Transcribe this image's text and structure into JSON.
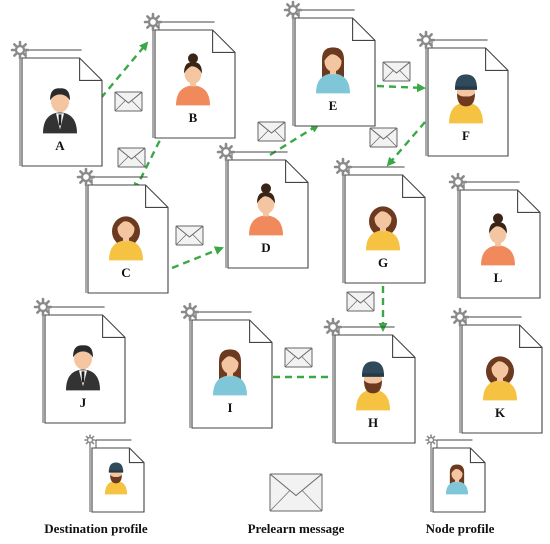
{
  "nodes": [
    {
      "id": "A",
      "label": "A",
      "avatar": "man-suit"
    },
    {
      "id": "B",
      "label": "B",
      "avatar": "woman-bun"
    },
    {
      "id": "C",
      "label": "C",
      "avatar": "woman-curly"
    },
    {
      "id": "D",
      "label": "D",
      "avatar": "woman-bun"
    },
    {
      "id": "E",
      "label": "E",
      "avatar": "woman-long-hair"
    },
    {
      "id": "F",
      "label": "F",
      "avatar": "man-beanie-beard"
    },
    {
      "id": "G",
      "label": "G",
      "avatar": "woman-curly"
    },
    {
      "id": "H",
      "label": "H",
      "avatar": "man-beanie-beard"
    },
    {
      "id": "I",
      "label": "I",
      "avatar": "woman-long-hair"
    },
    {
      "id": "J",
      "label": "J",
      "avatar": "man-suit"
    },
    {
      "id": "K",
      "label": "K",
      "avatar": "woman-curly"
    },
    {
      "id": "L",
      "label": "L",
      "avatar": "woman-bun"
    }
  ],
  "edges": [
    {
      "from": "A",
      "to": "B"
    },
    {
      "from": "B",
      "to": "C"
    },
    {
      "from": "C",
      "to": "D"
    },
    {
      "from": "D",
      "to": "E"
    },
    {
      "from": "E",
      "to": "F"
    },
    {
      "from": "F",
      "to": "G"
    },
    {
      "from": "G",
      "to": "H"
    },
    {
      "from": "H",
      "to": "I"
    }
  ],
  "legend": {
    "destination_label": "Destination profile",
    "message_label": "Prelearn message",
    "node_label": "Node profile"
  },
  "colors": {
    "arrow": "#3aa845",
    "doc_stroke": "#444444",
    "gear": "#8a8a8a",
    "skin": "#f3c5a0",
    "suit": "#333333",
    "hair_brown": "#6b3a1f",
    "hair_dark": "#3a2416",
    "shirt_orange": "#f08a5d",
    "shirt_yellow": "#f5c242",
    "shirt_blue": "#7fc6d9",
    "beanie": "#2f4a5a",
    "envelope_fill": "#f2f2f2",
    "envelope_stroke": "#666666"
  }
}
